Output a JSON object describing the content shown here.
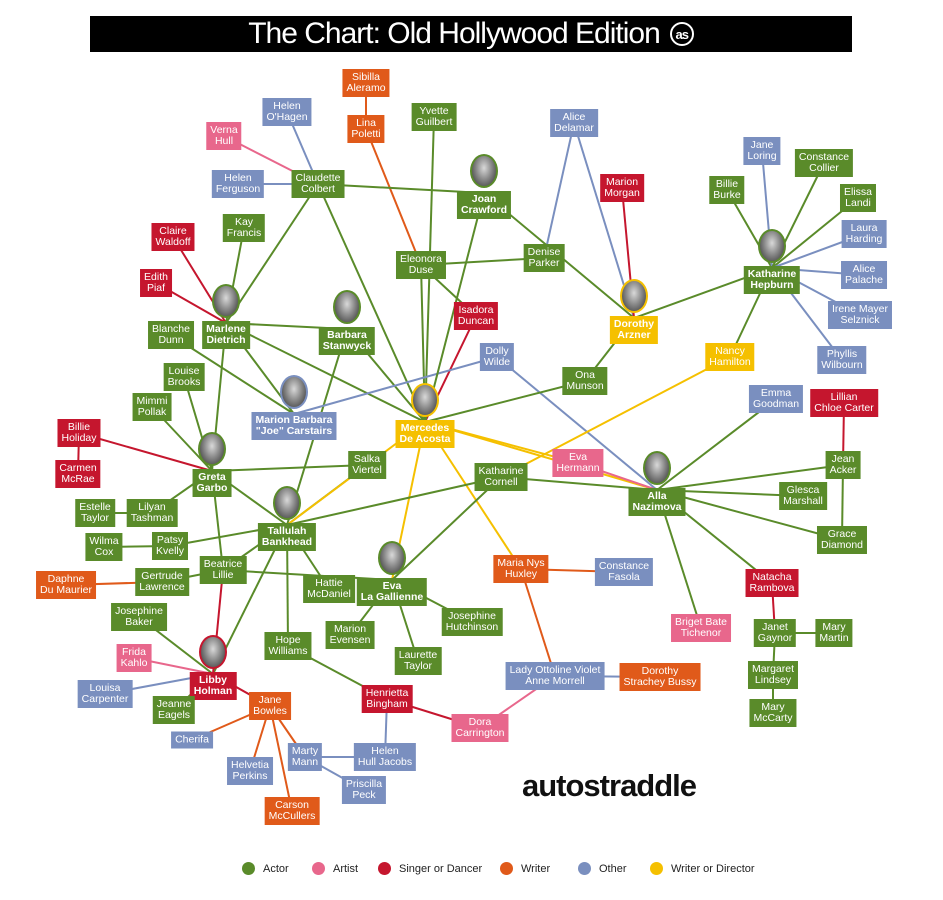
{
  "title": "The Chart: Old Hollywood Edition",
  "title_logo": "as",
  "brand": "autostraddle",
  "colors": {
    "actor": "#5a8b2a",
    "artist": "#e8678c",
    "singer": "#c5162e",
    "writer": "#e05a1a",
    "other": "#7a8fbf",
    "director": "#f5c000"
  },
  "legend": [
    {
      "label": "Actor",
      "color": "#5a8b2a"
    },
    {
      "label": "Artist",
      "color": "#e8678c"
    },
    {
      "label": "Singer or Dancer",
      "color": "#c5162e"
    },
    {
      "label": "Writer",
      "color": "#e05a1a"
    },
    {
      "label": "Other",
      "color": "#7a8fbf"
    },
    {
      "label": "Writer or Director",
      "color": "#f5c000"
    }
  ],
  "nodes": [
    {
      "id": "sibilla",
      "label": "Sibilla\nAleramo",
      "cat": "writer"
    },
    {
      "id": "lina",
      "label": "Lina\nPoletti",
      "cat": "writer"
    },
    {
      "id": "helenoh",
      "label": "Helen\nO'Hagen",
      "cat": "other"
    },
    {
      "id": "verna",
      "label": "Verna\nHull",
      "cat": "artist"
    },
    {
      "id": "yvette",
      "label": "Yvette\nGuilbert",
      "cat": "actor"
    },
    {
      "id": "alice_d",
      "label": "Alice\nDelamar",
      "cat": "other"
    },
    {
      "id": "claudette",
      "label": "Claudette\nColbert",
      "cat": "actor"
    },
    {
      "id": "helenf",
      "label": "Helen\nFerguson",
      "cat": "other"
    },
    {
      "id": "joan",
      "label": "Joan\nCrawford",
      "cat": "actor",
      "bold": true,
      "portrait": true
    },
    {
      "id": "marion_m",
      "label": "Marion\nMorgan",
      "cat": "singer"
    },
    {
      "id": "jane_l",
      "label": "Jane\nLoring",
      "cat": "other"
    },
    {
      "id": "constance_c",
      "label": "Constance\nCollier",
      "cat": "actor"
    },
    {
      "id": "billie_b",
      "label": "Billie\nBurke",
      "cat": "actor"
    },
    {
      "id": "elissa",
      "label": "Elissa\nLandi",
      "cat": "actor"
    },
    {
      "id": "kay",
      "label": "Kay\nFrancis",
      "cat": "actor"
    },
    {
      "id": "claire",
      "label": "Claire\nWaldoff",
      "cat": "singer"
    },
    {
      "id": "laura",
      "label": "Laura\nHarding",
      "cat": "other"
    },
    {
      "id": "eleonora",
      "label": "Eleonora\nDuse",
      "cat": "actor"
    },
    {
      "id": "denise",
      "label": "Denise\nParker",
      "cat": "actor"
    },
    {
      "id": "katharine",
      "label": "Katharine\nHepburn",
      "cat": "actor",
      "bold": true,
      "portrait": true
    },
    {
      "id": "edith",
      "label": "Edith\nPiaf",
      "cat": "singer"
    },
    {
      "id": "alice_p",
      "label": "Alice\nPalache",
      "cat": "other"
    },
    {
      "id": "marlene",
      "label": "Marlene\nDietrich",
      "cat": "actor",
      "bold": true,
      "portrait": true
    },
    {
      "id": "barbara",
      "label": "Barbara\nStanwyck",
      "cat": "actor",
      "bold": true,
      "portrait": true
    },
    {
      "id": "isadora",
      "label": "Isadora\nDuncan",
      "cat": "singer"
    },
    {
      "id": "dorothy_a",
      "label": "Dorothy\nArzner",
      "cat": "director",
      "bold": true,
      "portrait": true
    },
    {
      "id": "irene",
      "label": "Irene Mayer\nSelznick",
      "cat": "other"
    },
    {
      "id": "blanche",
      "label": "Blanche\nDunn",
      "cat": "actor"
    },
    {
      "id": "dolly",
      "label": "Dolly\nWilde",
      "cat": "other"
    },
    {
      "id": "nancy",
      "label": "Nancy\nHamilton",
      "cat": "director"
    },
    {
      "id": "phyllis",
      "label": "Phyllis\nWilbourn",
      "cat": "other"
    },
    {
      "id": "louise_b",
      "label": "Louise\nBrooks",
      "cat": "actor"
    },
    {
      "id": "ona",
      "label": "Ona\nMunson",
      "cat": "actor"
    },
    {
      "id": "mimmi",
      "label": "Mimmi\nPollak",
      "cat": "actor"
    },
    {
      "id": "marion_c",
      "label": "Marion Barbara\n\"Joe\" Carstairs",
      "cat": "other",
      "bold": true,
      "portrait": true
    },
    {
      "id": "mercedes",
      "label": "Mercedes\nDe Acosta",
      "cat": "director",
      "bold": true,
      "portrait": true
    },
    {
      "id": "emma",
      "label": "Emma\nGoodman",
      "cat": "other"
    },
    {
      "id": "lillian",
      "label": "Lillian\nChloe Carter",
      "cat": "singer"
    },
    {
      "id": "billie_h",
      "label": "Billie\nHoliday",
      "cat": "singer"
    },
    {
      "id": "greta",
      "label": "Greta\nGarbo",
      "cat": "actor",
      "bold": true,
      "portrait": true
    },
    {
      "id": "salka",
      "label": "Salka\nViertel",
      "cat": "actor"
    },
    {
      "id": "eva_h",
      "label": "Eva\nHermann",
      "cat": "artist"
    },
    {
      "id": "alla",
      "label": "Alla\nNazimova",
      "cat": "actor",
      "bold": true,
      "portrait": true
    },
    {
      "id": "jean",
      "label": "Jean\nAcker",
      "cat": "actor"
    },
    {
      "id": "carmen",
      "label": "Carmen\nMcRae",
      "cat": "singer"
    },
    {
      "id": "katharine_c",
      "label": "Katharine\nCornell",
      "cat": "actor"
    },
    {
      "id": "glesca",
      "label": "Glesca\nMarshall",
      "cat": "actor"
    },
    {
      "id": "estelle",
      "label": "Estelle\nTaylor",
      "cat": "actor"
    },
    {
      "id": "lilyan",
      "label": "Lilyan\nTashman",
      "cat": "actor"
    },
    {
      "id": "tallulah",
      "label": "Tallulah\nBankhead",
      "cat": "actor",
      "bold": true,
      "portrait": true
    },
    {
      "id": "grace",
      "label": "Grace\nDiamond",
      "cat": "actor"
    },
    {
      "id": "wilma",
      "label": "Wilma\nCox",
      "cat": "actor"
    },
    {
      "id": "patsy",
      "label": "Patsy\nKvelly",
      "cat": "actor"
    },
    {
      "id": "eva_lg",
      "label": "Eva\nLa Gallienne",
      "cat": "actor",
      "bold": true,
      "portrait": true
    },
    {
      "id": "maria",
      "label": "Maria Nys\nHuxley",
      "cat": "writer"
    },
    {
      "id": "constance_f",
      "label": "Constance\nFasola",
      "cat": "other"
    },
    {
      "id": "natacha",
      "label": "Natacha\nRambova",
      "cat": "singer"
    },
    {
      "id": "beatrice",
      "label": "Beatrice\nLillie",
      "cat": "actor"
    },
    {
      "id": "daphne",
      "label": "Daphne\nDu Maurier",
      "cat": "writer"
    },
    {
      "id": "gertrude",
      "label": "Gertrude\nLawrence",
      "cat": "actor"
    },
    {
      "id": "hattie",
      "label": "Hattie\nMcDaniel",
      "cat": "actor"
    },
    {
      "id": "josephine_b",
      "label": "Josephine\nBaker",
      "cat": "actor"
    },
    {
      "id": "josephine_h",
      "label": "Josephine\nHutchinson",
      "cat": "actor"
    },
    {
      "id": "briget",
      "label": "Briget Bate\nTichenor",
      "cat": "artist"
    },
    {
      "id": "janet",
      "label": "Janet\nGaynor",
      "cat": "actor"
    },
    {
      "id": "mary_m",
      "label": "Mary\nMartin",
      "cat": "actor"
    },
    {
      "id": "marion_e",
      "label": "Marion\nEvensen",
      "cat": "actor"
    },
    {
      "id": "frida",
      "label": "Frida\nKahlo",
      "cat": "artist"
    },
    {
      "id": "hope",
      "label": "Hope\nWilliams",
      "cat": "actor"
    },
    {
      "id": "laurette",
      "label": "Laurette\nTaylor",
      "cat": "actor"
    },
    {
      "id": "libby",
      "label": "Libby\nHolman",
      "cat": "singer",
      "bold": true,
      "portrait": true
    },
    {
      "id": "ottoline",
      "label": "Lady Ottoline Violet\nAnne Morrell",
      "cat": "other"
    },
    {
      "id": "dorothy_sb",
      "label": "Dorothy\nStrachey Bussy",
      "cat": "writer"
    },
    {
      "id": "margaret",
      "label": "Margaret\nLindsey",
      "cat": "actor"
    },
    {
      "id": "louisa",
      "label": "Louisa\nCarpenter",
      "cat": "other"
    },
    {
      "id": "jane_b",
      "label": "Jane\nBowles",
      "cat": "writer"
    },
    {
      "id": "henrietta",
      "label": "Henrietta\nBingham",
      "cat": "singer"
    },
    {
      "id": "jeanne",
      "label": "Jeanne\nEagels",
      "cat": "actor"
    },
    {
      "id": "dora",
      "label": "Dora\nCarrington",
      "cat": "artist"
    },
    {
      "id": "mary_mc",
      "label": "Mary\nMcCarty",
      "cat": "actor"
    },
    {
      "id": "cherifa",
      "label": "Cherifa",
      "cat": "other"
    },
    {
      "id": "marty",
      "label": "Marty\nMann",
      "cat": "other"
    },
    {
      "id": "helen_hj",
      "label": "Helen\nHull Jacobs",
      "cat": "other"
    },
    {
      "id": "helvetia",
      "label": "Helvetia\nPerkins",
      "cat": "other"
    },
    {
      "id": "priscilla",
      "label": "Priscilla\nPeck",
      "cat": "other"
    },
    {
      "id": "carson",
      "label": "Carson\nMcCullers",
      "cat": "writer"
    }
  ]
}
